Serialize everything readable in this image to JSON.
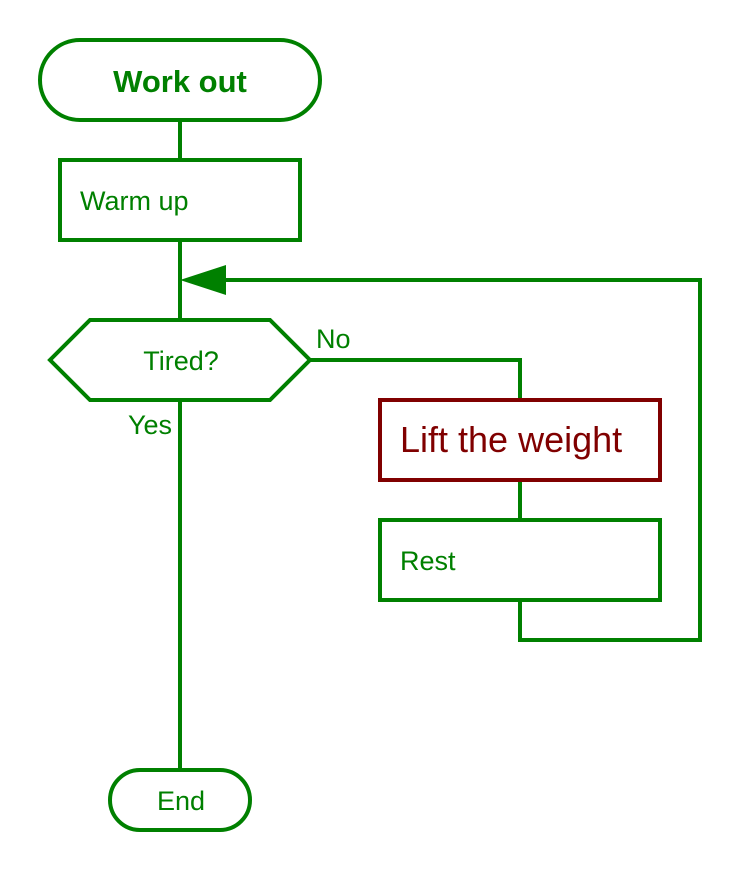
{
  "colors": {
    "primary": "#008000",
    "highlight": "#800000",
    "background": "#ffffff"
  },
  "nodes": {
    "start": {
      "label": "Work out",
      "shape": "terminator"
    },
    "warm_up": {
      "label": "Warm up",
      "shape": "process"
    },
    "decision": {
      "label": "Tired?",
      "shape": "decision"
    },
    "lift": {
      "label": "Lift the weight",
      "shape": "process",
      "highlighted": true
    },
    "rest": {
      "label": "Rest",
      "shape": "process"
    },
    "end": {
      "label": "End",
      "shape": "terminator"
    }
  },
  "edge_labels": {
    "no": "No",
    "yes": "Yes"
  }
}
